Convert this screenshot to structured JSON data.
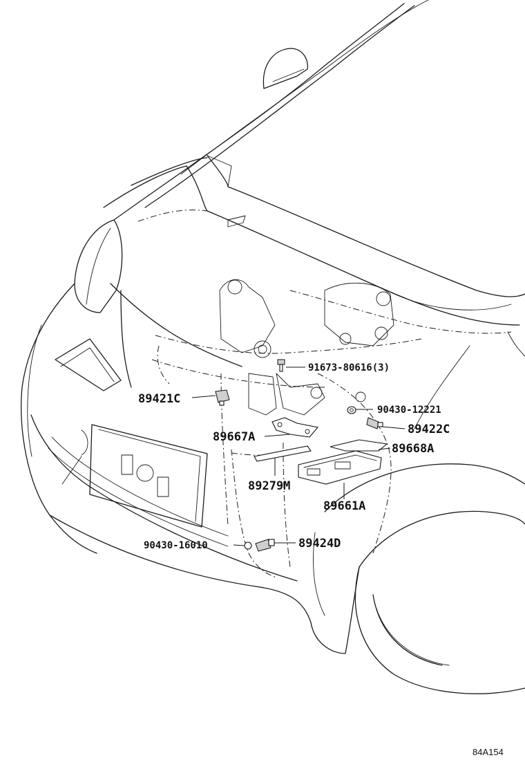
{
  "diagram": {
    "callouts": {
      "c91673": "91673-80616(3)",
      "c90430_12221": "90430-12221",
      "c89421C": "89421C",
      "c89422C": "89422C",
      "c89667A": "89667A",
      "c89668A": "89668A",
      "c89279M": "89279M",
      "c89661A": "89661A",
      "c90430_16010": "90430-16010",
      "c89424D": "89424D"
    },
    "figure_code": "84A154"
  }
}
